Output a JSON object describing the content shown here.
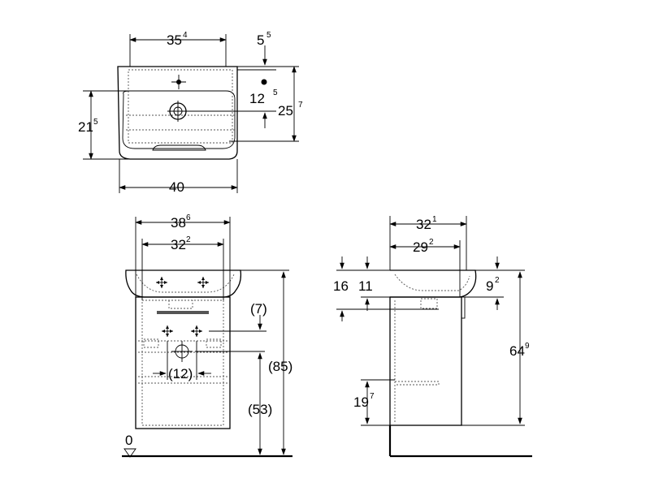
{
  "top_view": {
    "dim_width_inner": {
      "main": "35",
      "sup": "4"
    },
    "dim_tap_offset": {
      "main": "5",
      "sup": "5"
    },
    "dim_drain_offset": {
      "main": "12",
      "sup": "5"
    },
    "dim_depth_total": {
      "main": "25",
      "sup": "7"
    },
    "dim_depth_bowl": {
      "main": "21",
      "sup": "5"
    },
    "dim_width": {
      "main": "40",
      "sup": ""
    }
  },
  "front_view": {
    "dim_cabinet_outer": {
      "main": "38",
      "sup": "6"
    },
    "dim_cabinet_inner": {
      "main": "32",
      "sup": "2"
    },
    "dim_siphon_gap": {
      "main": "(7)",
      "sup": ""
    },
    "dim_siphon_spacing": {
      "main": "(12)",
      "sup": ""
    },
    "dim_total_height": {
      "main": "(85)",
      "sup": ""
    },
    "dim_drain_height": {
      "main": "(53)",
      "sup": ""
    },
    "floor_level": {
      "main": "0",
      "sup": ""
    }
  },
  "side_view": {
    "dim_depth_outer": {
      "main": "32",
      "sup": "1"
    },
    "dim_depth_inner": {
      "main": "29",
      "sup": "2"
    },
    "dim_basin_height": {
      "main": "16",
      "sup": ""
    },
    "dim_rim_height": {
      "main": "11",
      "sup": ""
    },
    "dim_overhang": {
      "main": "9",
      "sup": "2"
    },
    "dim_cabinet_height": {
      "main": "64",
      "sup": "9"
    },
    "dim_drawer_height": {
      "main": "19",
      "sup": "7"
    }
  }
}
